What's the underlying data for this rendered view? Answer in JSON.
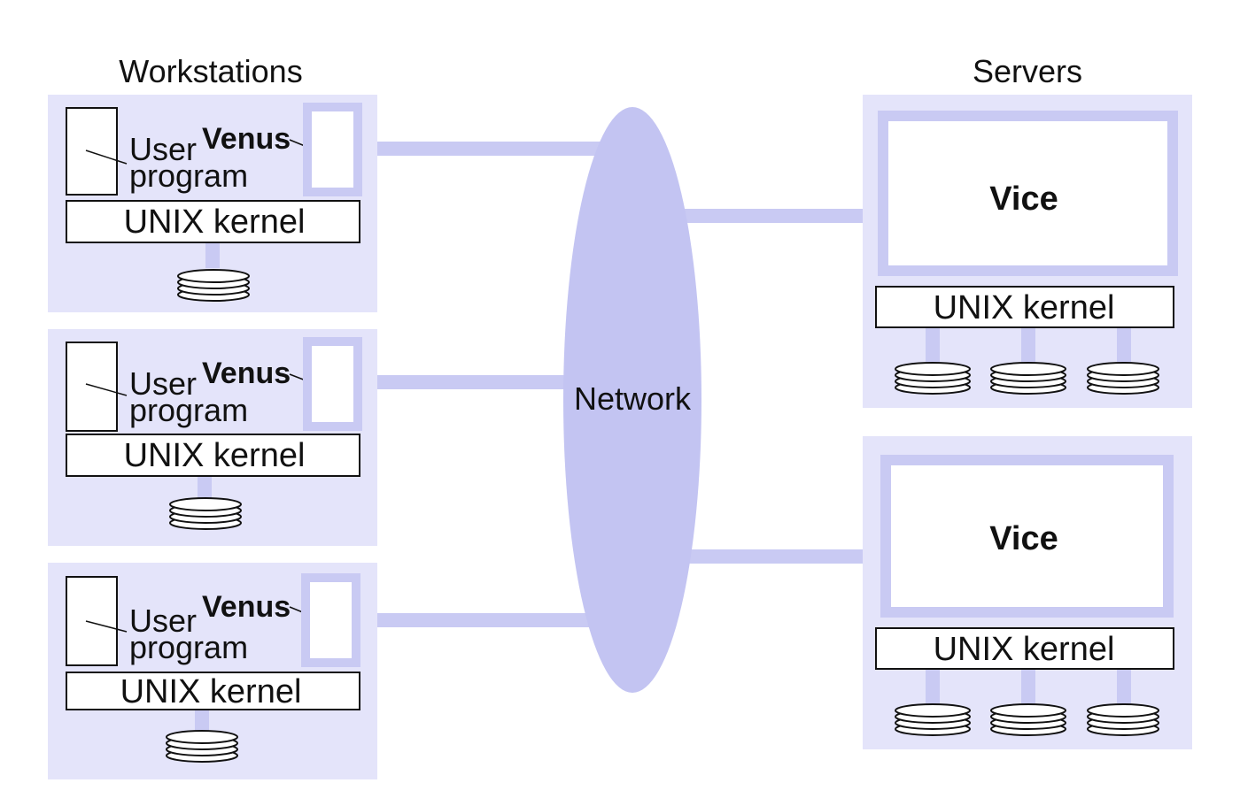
{
  "headings": {
    "workstations": "Workstations",
    "servers": "Servers"
  },
  "network": {
    "label": "Network"
  },
  "workstations": [
    {
      "user_line1": "User",
      "user_line2": "program",
      "venus": "Venus",
      "kernel": "UNIX kernel",
      "disks": 1
    },
    {
      "user_line1": "User",
      "user_line2": "program",
      "venus": "Venus",
      "kernel": "UNIX kernel",
      "disks": 1
    },
    {
      "user_line1": "User",
      "user_line2": "program",
      "venus": "Venus",
      "kernel": "UNIX kernel",
      "disks": 1
    }
  ],
  "servers": [
    {
      "vice": "Vice",
      "kernel": "UNIX kernel",
      "disks": 3
    },
    {
      "vice": "Vice",
      "kernel": "UNIX kernel",
      "disks": 3
    }
  ],
  "colors": {
    "panel": "#e4e4fa",
    "accent": "#c9caf3",
    "network": "#c3c4f2",
    "outline": "#111111",
    "box": "#ffffff"
  }
}
